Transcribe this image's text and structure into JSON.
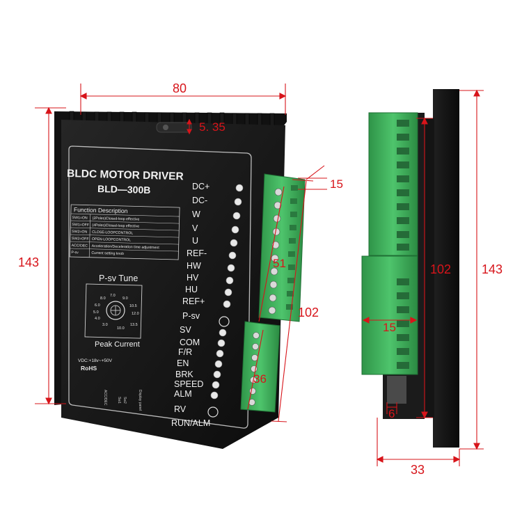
{
  "product": {
    "title": "BLDC MOTOR DRIVER",
    "model": "BLD—300B",
    "function_header": "Function Description",
    "function_rows": [
      {
        "key": "SW1=ON",
        "desc": "(2Poles)Closed-loop effective"
      },
      {
        "key": "SW1=OFF",
        "desc": "(4Poles)Closed-loop effective"
      },
      {
        "key": "SW2=ON",
        "desc": "CLOSE-LOOPCONTROL"
      },
      {
        "key": "SW2=OFF",
        "desc": "OPEN-LOOPCONTROL"
      },
      {
        "key": "ACC/DEC",
        "desc": "Acceleration/Deceleration time adjustment"
      },
      {
        "key": "P-sv",
        "desc": "Current setting knob"
      }
    ],
    "knob_title": "P-sv Tune",
    "knob_scale": [
      "7.0",
      "8.0",
      "9.0",
      "6.0",
      "10.5",
      "5.0",
      "12.0",
      "4.0",
      "3.0",
      "10.0",
      "13.5"
    ],
    "knob_subtitle": "Peak Current",
    "voltage": "VDC:+18v~+50V",
    "rohs": "RoHS",
    "side_labels": [
      "ACC/DEC",
      "Sw1",
      "Sw2",
      "Display panel"
    ],
    "terminals_top": [
      "DC+",
      "DC-",
      "W",
      "V",
      "U",
      "REF-",
      "HW",
      "HV",
      "HU",
      "REF+",
      "P-sv"
    ],
    "terminals_bottom": [
      "SV",
      "COM",
      "F/R",
      "EN",
      "BRK",
      "SPEED",
      "ALM",
      "RV",
      "RUN/ALM"
    ]
  },
  "dimensions": {
    "width": "80",
    "height_left": "143",
    "hole": "5. 35",
    "terminal_offset": "15",
    "terminal_block_top": "51",
    "terminal_length": "102",
    "terminal_block_bottom": "36",
    "side_block_width": "15",
    "side_terminal_length": "102",
    "side_height": "143",
    "side_small": "6",
    "side_depth": "33"
  },
  "colors": {
    "dimension": "#d7141a",
    "housing": "#151515",
    "terminal": "#3fae5c"
  }
}
